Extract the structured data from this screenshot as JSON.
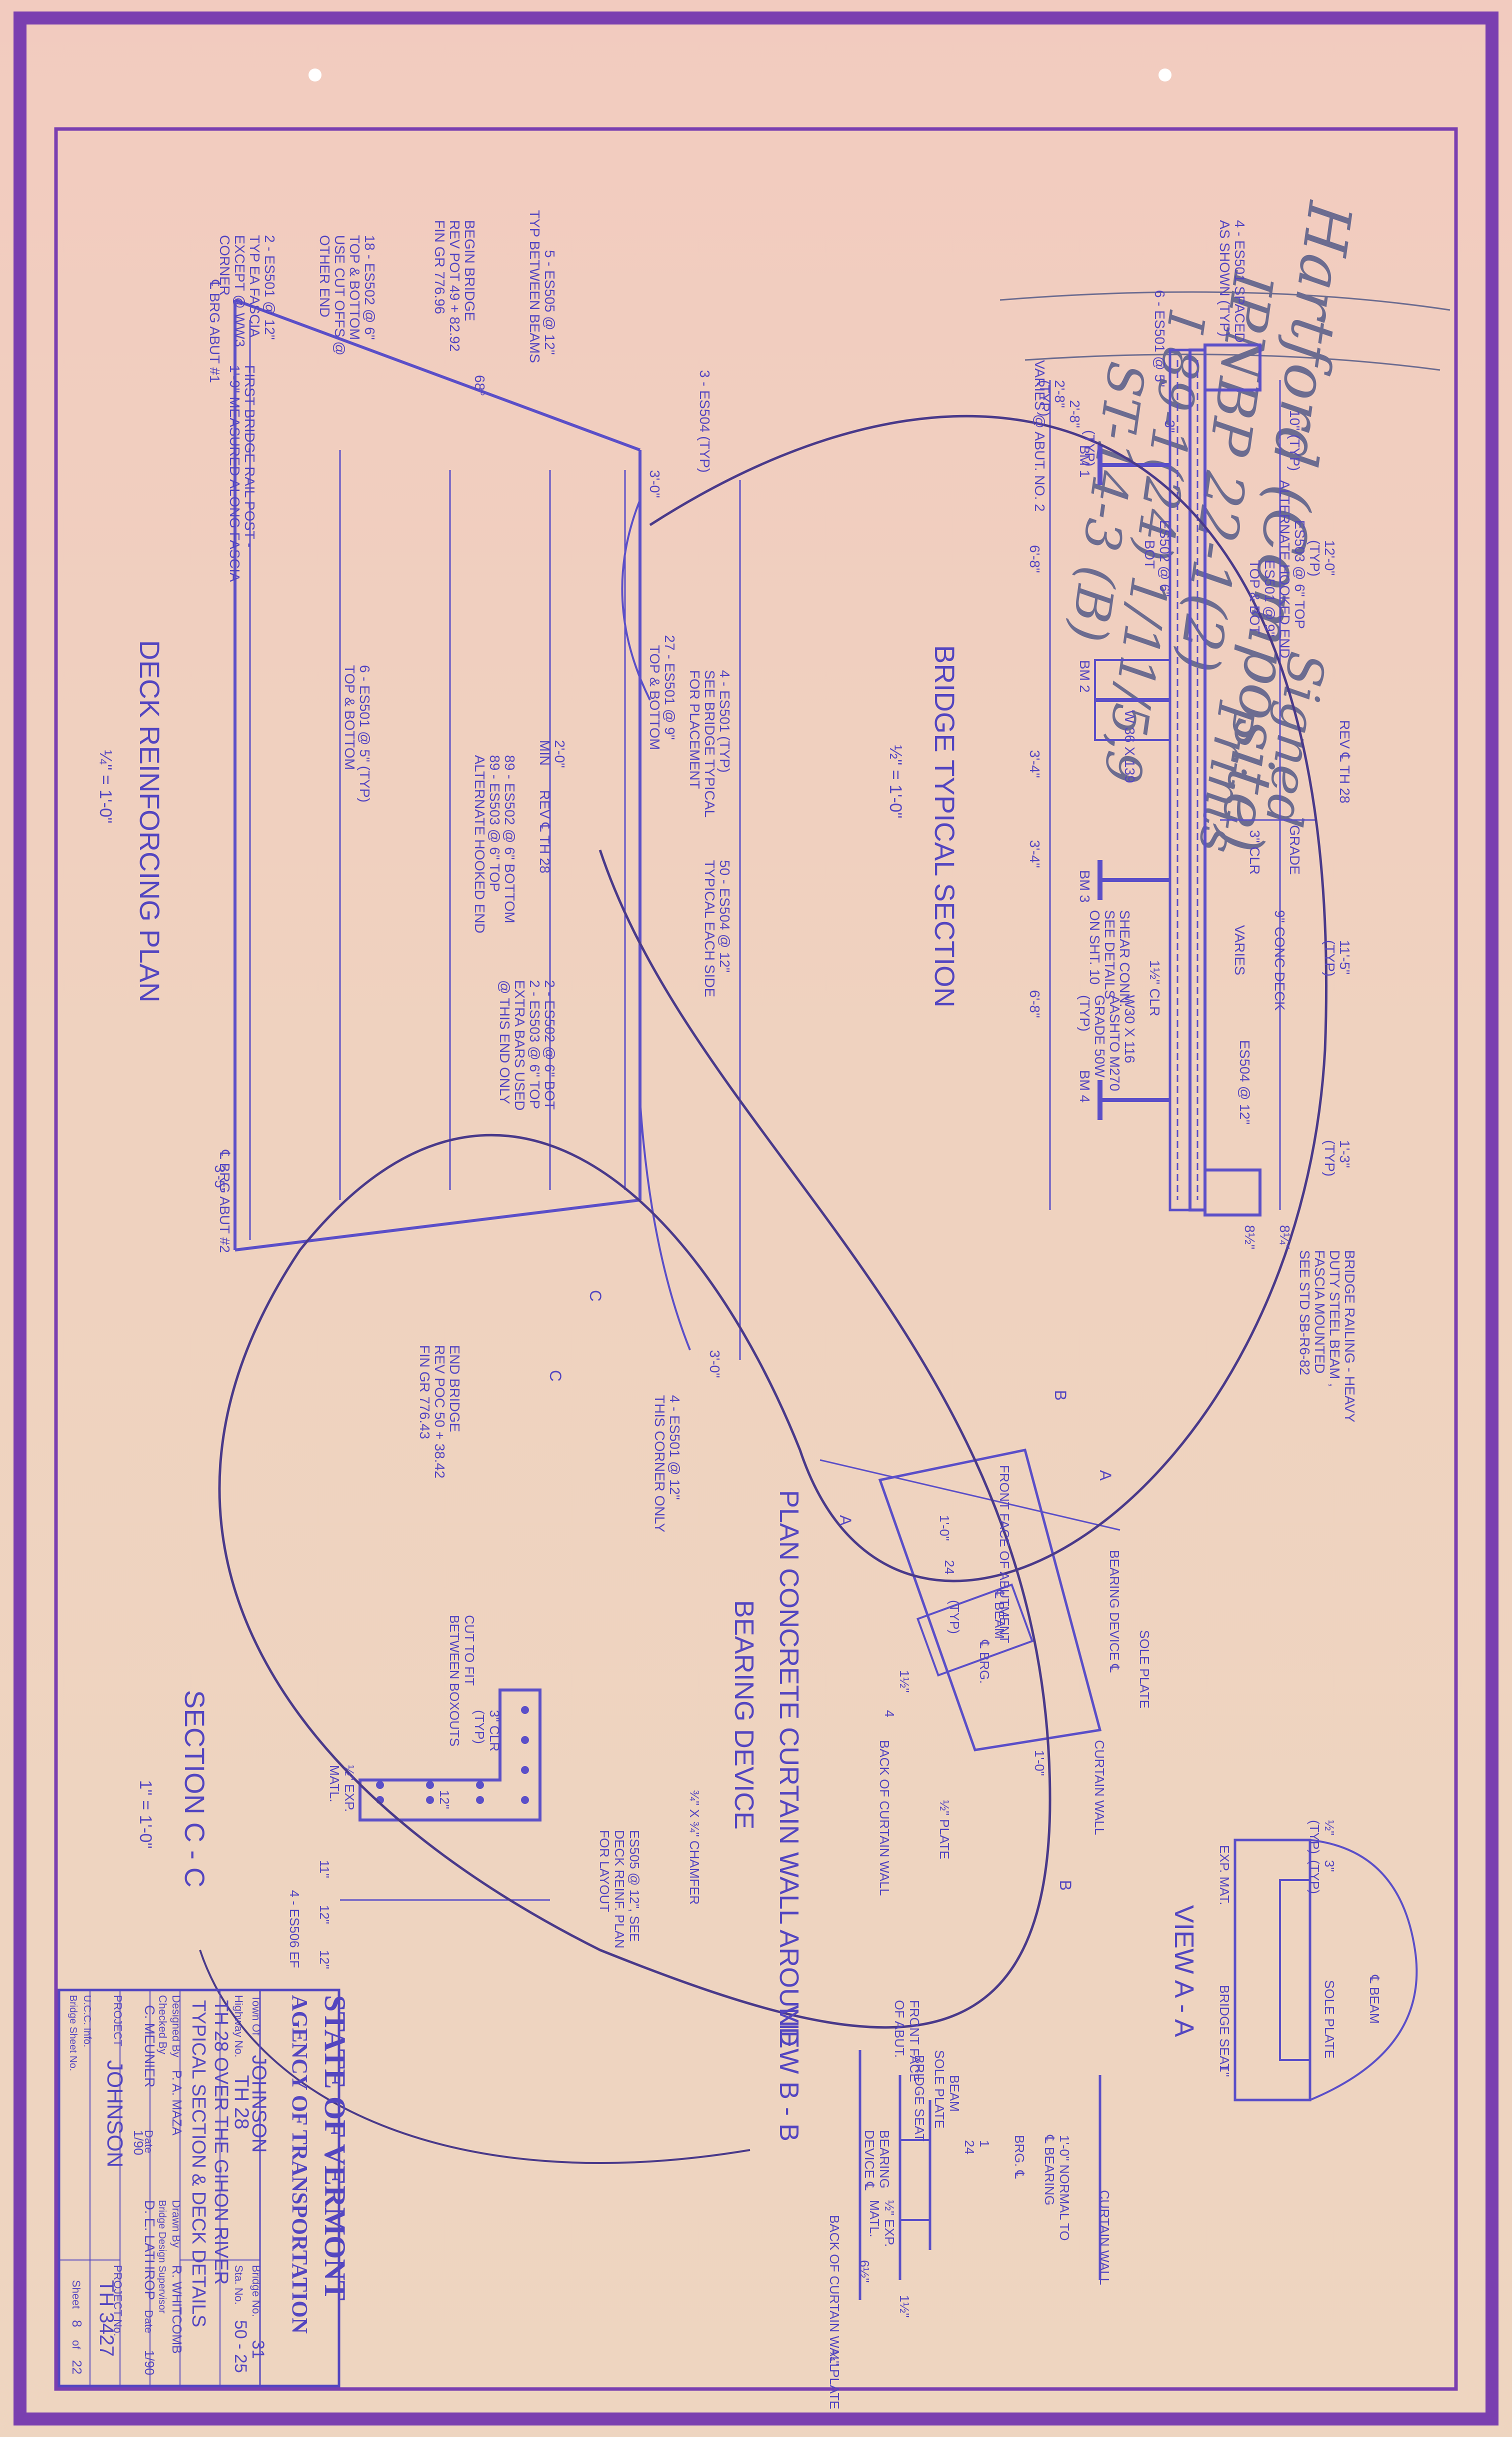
{
  "colors": {
    "paper": "#efd2bf",
    "ink": "#5446c0",
    "border": "#7a3fb0",
    "pen": "#4a3a8a",
    "pencil": "#6c6c90"
  },
  "annotations": {
    "handwritten_1": "Hartford (Composite)",
    "handwritten_2": "IPNBP 22-1(2)",
    "handwritten_3": "I 89-1(24) 1/11/5,9",
    "handwritten_4": "ST-14-3 (B)",
    "handwritten_5": "Signed",
    "handwritten_6": "Prints"
  },
  "bridge_section": {
    "title": "BRIDGE TYPICAL SECTION",
    "scale": "½\" = 1'-0\"",
    "labels": [
      "12'-0\"",
      "(TYP)",
      "ES503 @ 6\" TOP",
      "ALTERNATE HOOKED END",
      "ES501 @ 9\"",
      "TOP & BOT",
      "ES502 @ 6\"",
      "BOT",
      "REV ℄ TH 28",
      "GRADE",
      "3\" CLR",
      "9\" CONC DECK",
      "VARIES",
      "11'-5\"",
      "(TYP)",
      "ES504 @ 12\"",
      "1'-3\"",
      "(TYP)",
      "8¼\"",
      "8½\"",
      "BRIDGE RAILING - HEAVY",
      "DUTY STEEL BEAM ,",
      "FASCIA MOUNTED",
      "SEE STD SB-R6-82",
      "1½\" CLR",
      "SHEAR CONN.",
      "SEE DETAILS",
      "ON SHT. 10",
      "W30 X 116",
      "AASHTO M270",
      "GRADE 50W",
      "(TYP)",
      "BM 4",
      "BM 3",
      "BM 2",
      "BM 1",
      "W 36 X 139",
      "6'-8\"",
      "3'-4\"",
      "3'-4\"",
      "6'-8\"",
      "2'-8\"",
      "(TYP)",
      "VARIES @ ABUT. NO. 2",
      "6 - ES501 @ 5\"",
      "4 - ES501 SPACED",
      "AS SHOWN (TYP)",
      "10\" (TYP)",
      "(TYP)",
      "3\"",
      "2'-8\""
    ]
  },
  "deck_plan": {
    "title": "DECK REINFORCING PLAN",
    "scale": "¼\" = 1'-0\"",
    "labels": [
      "5 - ES505 @ 12\"",
      "TYP BETWEEN BEAMS",
      "BEGIN BRIDGE",
      "REV POT 49 + 82.92",
      "FIN GR 776.96",
      "18 - ES502 @ 6\"",
      "TOP & BOTTOM",
      "USE CUT OFFS @",
      "OTHER END",
      "2 - ES501 @ 12\"",
      "TYP EA FASCIA",
      "EXCEPT @ WW3",
      "CORNER",
      "68°",
      "3 - ES504 (TYP)",
      "3'-0\"",
      "27 - ES501 @ 9\"",
      "TOP & BOTTOM",
      "4 - ES501 (TYP)",
      "SEE BRIDGE TYPICAL",
      "FOR PLACEMENT",
      "50 - ES504 @ 12\"",
      "TYPICAL EACH SIDE",
      "2'-0\"",
      "MIN",
      "89 - ES502 @ 6\" BOTTOM",
      "89 - ES503 @ 6\" TOP",
      "ALTERNATE HOOKED END",
      "REV ℄ TH 28",
      "6 - ES501 @ 5\" (TYP)",
      "TOP & BOTTOM",
      "2 - ES502 @ 6\" BOT",
      "2 - ES503 @ 6\" TOP",
      "EXTRA BARS USED",
      "@ THIS END ONLY",
      "℄ BRG ABUT #1",
      "℄ BRG ABUT #2",
      "FIRST BRIDGE RAIL POST -",
      "1'-9\" MEASURED ALONG FASCIA",
      "3'-5\"",
      "3'-0\"",
      "C",
      "C",
      "END BRIDGE",
      "REV POC 50 + 38.42",
      "FIN GR 776.43",
      "4 - ES501 @ 12\"",
      "THIS CORNER ONLY"
    ]
  },
  "bearing_plan": {
    "title": "PLAN CONCRETE CURTAIN WALL AROUND",
    "title2": "BEARING DEVICE",
    "labels": [
      "A",
      "A",
      "B",
      "B",
      "FRONT FACE OF ABUTMENT",
      "BEARING DEVICE ℄",
      "SOLE PLATE",
      "℄ BEAM",
      "℄ BRG.",
      "1'-0\"",
      "24",
      "(TYP)",
      "1½\"",
      "4",
      "1'-0\"",
      "CURTAIN WALL",
      "BACK OF CURTAIN WALL",
      "½\" PLATE"
    ]
  },
  "view_aa": {
    "title": "VIEW  A - A",
    "labels": [
      "½\"",
      "(TYP)",
      "3\"",
      "(TYP)",
      "EXP. MAT.",
      "℄ BEAM",
      "SOLE PLATE",
      "BRIDGE SEAT",
      "1\""
    ]
  },
  "section_cc": {
    "title": "SECTION C - C",
    "scale": "1\" = 1'-0\"",
    "labels": [
      "CUT TO FIT",
      "BETWEEN BOXOUTS",
      "3\" CLR",
      "(TYP)",
      "½\" EXP.",
      "MATL.",
      "12\"",
      "11\"",
      "12\"",
      "12\"",
      "4 - ES506 EF",
      "¾\" X ¾\" CHAMFER",
      "ES505 @ 12\", SEE",
      "DECK REINF. PLAN",
      "FOR LAYOUT"
    ]
  },
  "view_bb": {
    "title": "VIEW  B - B",
    "labels": [
      "FRONT FACE",
      "OF ABUT.",
      "BEAM",
      "SOLE PLATE",
      "BRIDGE SEAT",
      "BEARING",
      "DEVICE ℄",
      "½\" EXP.",
      "MATL.",
      "6½\"",
      "1½\"",
      "BRG. ℄",
      "1'-0\" NORMAL TO",
      "℄ BEARING",
      "CURTAIN WALL",
      "BACK OF CURTAIN WALL",
      "¼\" PLATE",
      "1",
      "24"
    ]
  },
  "title_block": {
    "state": "STATE OF VERMONT",
    "agency": "AGENCY OF TRANSPORTATION",
    "town_label": "Town Of",
    "town": "JOHNSON",
    "bridge_no_label": "Bridge No.",
    "bridge_no": "31",
    "highway_label": "Highway No.",
    "highway": "TH 28",
    "sta_label": "Sta. No.",
    "sta": "50 - 25",
    "desc1": "TH 28 OVER THE GIHON RIVER",
    "desc2": "TYPICAL SECTION & DECK DETAILS",
    "designed_label": "Designed By",
    "designed": "P. A. MAZA",
    "drawn_label": "Drawn By",
    "drawn": "R. WHITCOMB",
    "checked_label": "Checked By",
    "checked": "C. MEUNIER",
    "supervisor_label": "Bridge Design Supervisor",
    "supervisor": "D. E. LATHROP",
    "date_label": "Date",
    "date1": "1/90",
    "date2": "1/90",
    "project_label": "PROJECT",
    "project": "JOHNSON",
    "project_no_label": "PROJECT No.",
    "project_no": "TH 3427",
    "sheet_label": "Sheet",
    "sheet": "8",
    "of_label": "of",
    "sheet_total": "22",
    "ucc_label": "U.C.C. Info.",
    "bridge_sheet_label": "Bridge Sheet No."
  }
}
